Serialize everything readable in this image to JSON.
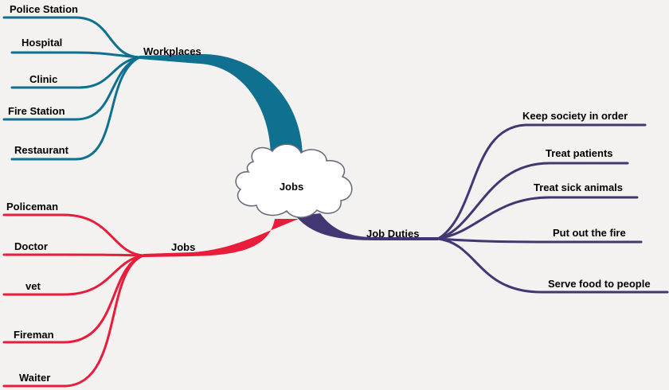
{
  "center": {
    "label": "Jobs"
  },
  "colors": {
    "workplaces": "#0f7090",
    "jobs": "#ea1c3c",
    "duties": "#443672",
    "background": "#f3f2f0",
    "cloud_fill": "#ffffff",
    "cloud_stroke": "#666677"
  },
  "branches": {
    "workplaces": {
      "label": "Workplaces",
      "items": [
        "Police Station",
        "Hospital",
        "Clinic",
        "Fire Station",
        "Restaurant"
      ]
    },
    "jobs": {
      "label": "Jobs",
      "items": [
        "Policeman",
        "Doctor",
        "vet",
        "Fireman",
        "Waiter"
      ]
    },
    "duties": {
      "label": "Job Duties",
      "items": [
        "Keep society in order",
        "Treat patients",
        "Treat sick animals",
        "Put out the fire",
        "Serve food to people"
      ]
    }
  }
}
